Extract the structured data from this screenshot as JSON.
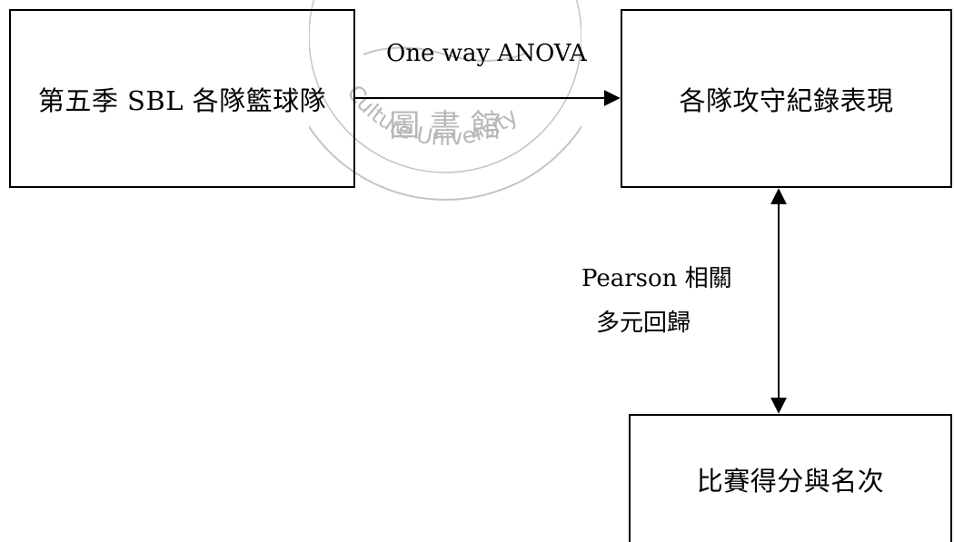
{
  "diagram": {
    "source_box": {
      "label": "第五季 SBL 各隊籃球隊"
    },
    "target_box": {
      "label": "各隊攻守紀錄表現"
    },
    "outcome_box": {
      "label": "比賽得分與名次"
    },
    "arrow_anova": {
      "label": "One way ANOVA"
    },
    "arrow_correlation": {
      "line1": "Pearson 相關",
      "line2": "多元回歸"
    }
  },
  "watermark": {
    "text_center": "圖 書 館",
    "text_arc": "Culture University"
  },
  "colors": {
    "ink": "#000000",
    "watermark": "#b8b8b8"
  }
}
